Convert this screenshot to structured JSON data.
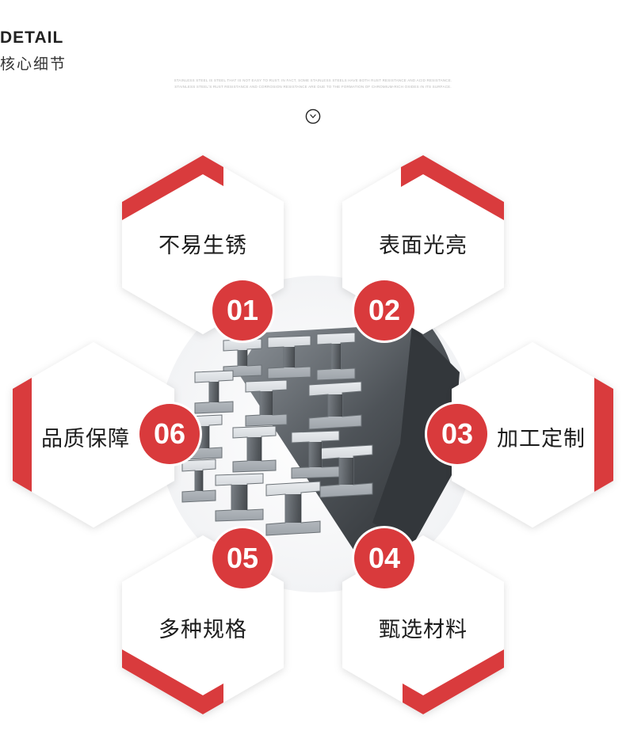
{
  "header": {
    "title_en": "DETAIL",
    "title_cn": "核心细节",
    "subtitle": "STAINLESS STEEL IS STEEL THAT IS NOT EASY TO RUST. IN FACT, SOME STAINLESS STEELS HAVE BOTH RUST RESISTANCE AND ACID RESISTANCE. STAINLESS STEEL'S RUST RESISTANCE AND CORROSION RESISTANCE ARE DUE TO THE FORMATION OF CHROMIUM-RICH OXIDES IN ITS SURFACE."
  },
  "features": [
    {
      "number": "01",
      "label": "不易生锈"
    },
    {
      "number": "02",
      "label": "表面光亮"
    },
    {
      "number": "03",
      "label": "加工定制"
    },
    {
      "number": "04",
      "label": "甄选材料"
    },
    {
      "number": "05",
      "label": "多种规格"
    },
    {
      "number": "06",
      "label": "品质保障"
    }
  ],
  "colors": {
    "accent": "#d93a3c",
    "text": "#1c1c1c"
  },
  "icons": {
    "scroll": "chevron-down-circle-icon"
  }
}
